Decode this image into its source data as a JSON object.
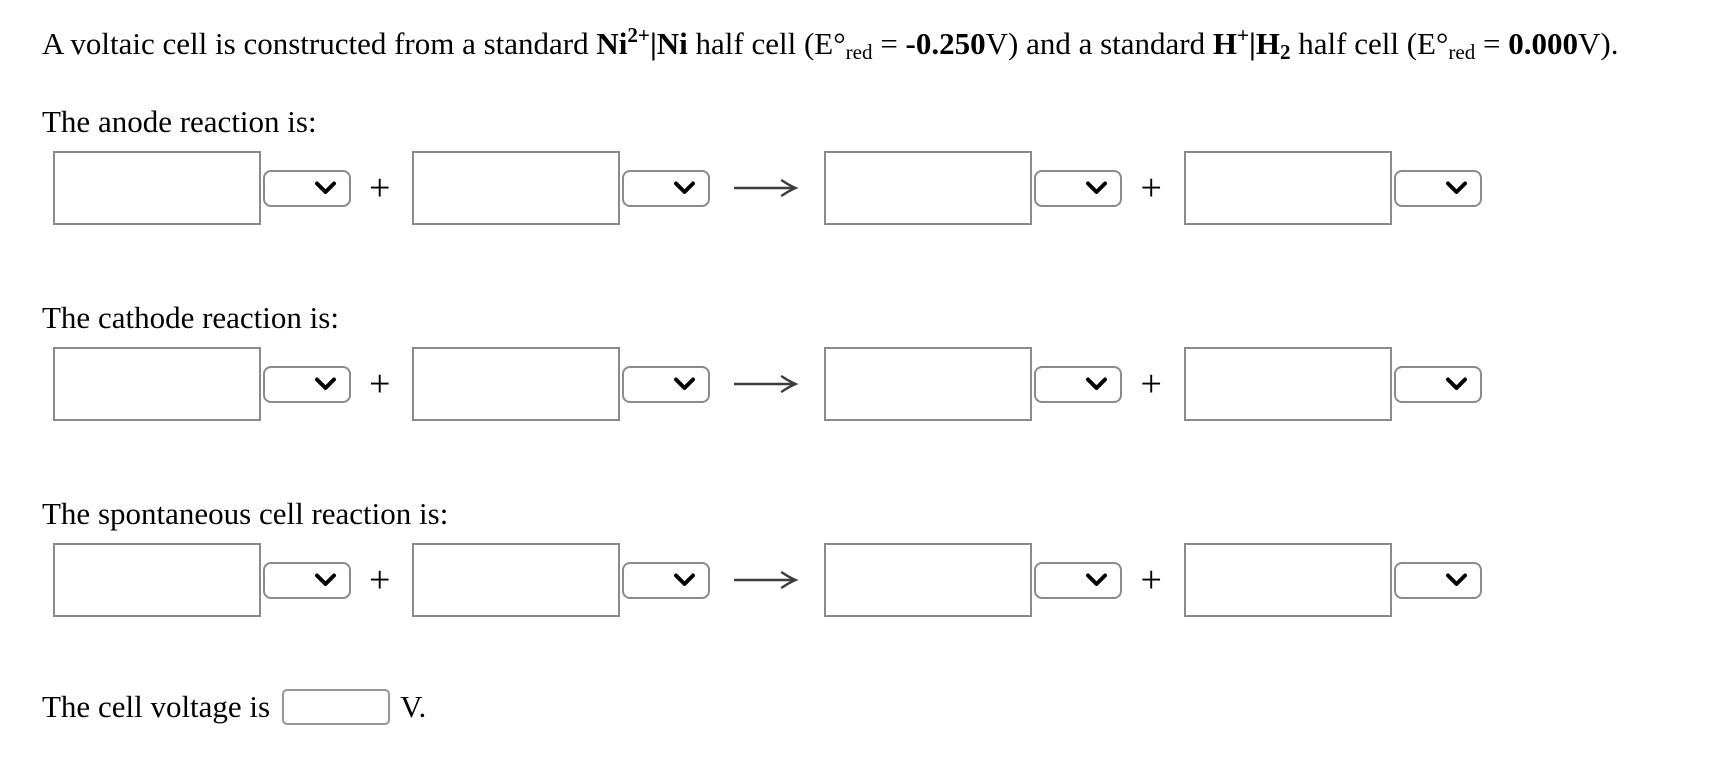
{
  "colors": {
    "background": "#ffffff",
    "text": "#000000",
    "box_border_gray": "#8a8a8a",
    "arrow_gray": "#3d3d3d",
    "chevron_black": "#000000"
  },
  "title": {
    "p0": "A voltaic cell is constructed from a standard ",
    "ni_a": "Ni",
    "ni_sup": "2+",
    "ni_b": "|Ni",
    "p1": " half cell (E°",
    "red1": "red",
    "eq1": " = ",
    "pot1": "-0.250",
    "p2": "V) and a standard ",
    "h_a": "H",
    "h_sup": "+",
    "h_b": "|H",
    "h_sub": "2",
    "p3": " half cell (E°",
    "red2": "red",
    "eq2": " = ",
    "pot2": "0.000",
    "p4": "V)."
  },
  "sections": [
    {
      "label": "The anode reaction is:",
      "inputs": [
        "",
        "",
        "",
        ""
      ]
    },
    {
      "label": "The cathode reaction is:",
      "inputs": [
        "",
        "",
        "",
        ""
      ]
    },
    {
      "label": "The spontaneous cell reaction is:",
      "inputs": [
        "",
        "",
        "",
        ""
      ]
    }
  ],
  "symbols": {
    "plus": "+"
  },
  "icons": {
    "dropdown": "chevron-down-icon",
    "reaction_arrow": "right-arrow-icon"
  },
  "voltage": {
    "prefix": "The cell voltage is",
    "value": "",
    "suffix": "V."
  }
}
